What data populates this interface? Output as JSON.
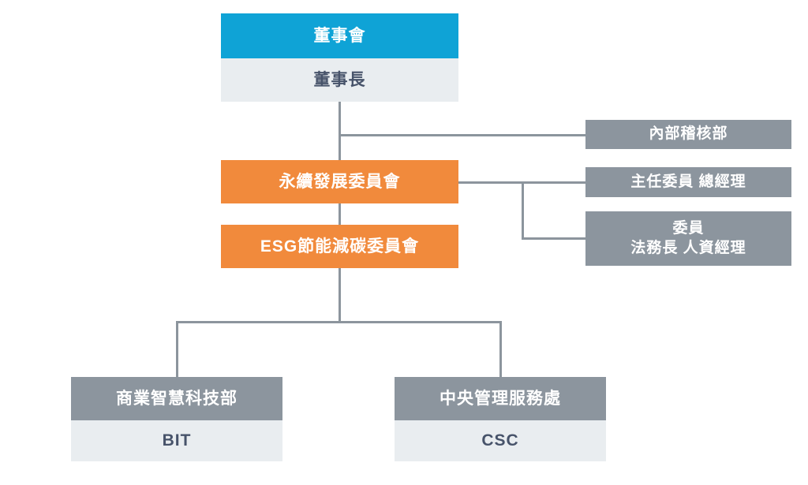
{
  "diagram_type": "org-chart",
  "colors": {
    "board_fill": "#0FA3D6",
    "committee_fill": "#F18A3C",
    "department_fill": "#8C959E",
    "sub_fill": "#E9EDF0",
    "dark_text": "#47536A",
    "white_text": "#FFFFFF",
    "connector": "#8C959D"
  },
  "nodes": {
    "board": {
      "label": "董事會"
    },
    "chairman": {
      "label": "董事長"
    },
    "audit": {
      "label": "內部稽核部"
    },
    "sustainability": {
      "label": "永續發展委員會"
    },
    "chief": {
      "label": "主任委員 總經理"
    },
    "members": {
      "line1": "委員",
      "line2": "法務長 人資經理"
    },
    "esg": {
      "label": "ESG節能減碳委員會"
    },
    "bit": {
      "dept": "商業智慧科技部",
      "abbr": "BIT"
    },
    "csc": {
      "dept": "中央管理服務處",
      "abbr": "CSC"
    }
  },
  "edges": [
    {
      "from": "董事會 / 董事長",
      "to": "內部稽核部"
    },
    {
      "from": "董事會 / 董事長",
      "to": "永續發展委員會"
    },
    {
      "from": "永續發展委員會",
      "to": "主任委員 總經理"
    },
    {
      "from": "永續發展委員會",
      "to": "委員 法務長 人資經理"
    },
    {
      "from": "永續發展委員會",
      "to": "ESG節能減碳委員會"
    },
    {
      "from": "ESG節能減碳委員會",
      "to": "商業智慧科技部 BIT"
    },
    {
      "from": "ESG節能減碳委員會",
      "to": "中央管理服務處 CSC"
    }
  ]
}
